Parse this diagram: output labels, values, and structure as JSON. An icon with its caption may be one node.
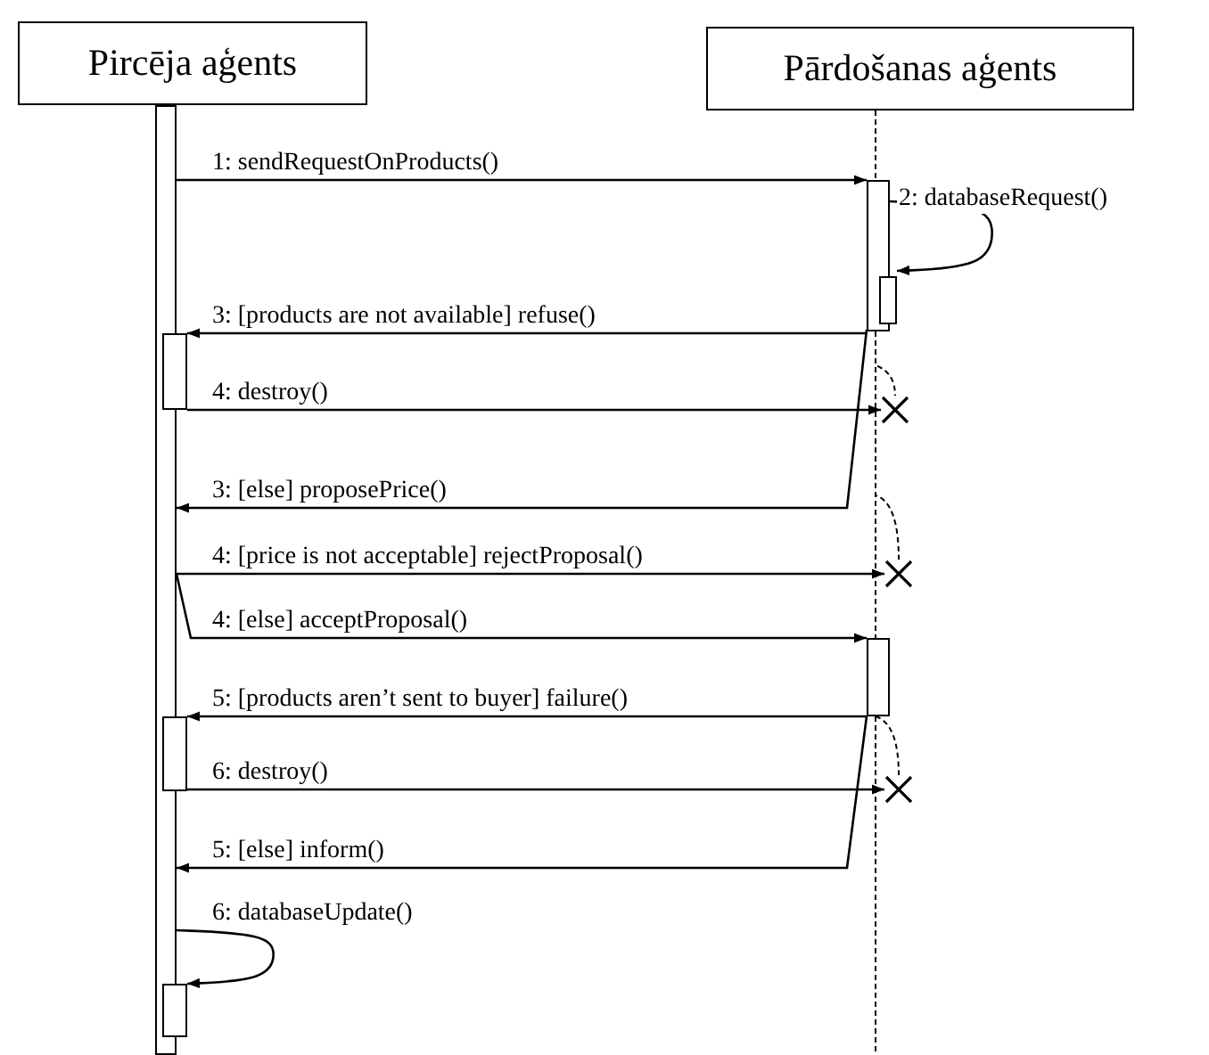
{
  "diagram": {
    "nodes": [
      {
        "text": [
          "Pircēja aģents"
        ]
      },
      {
        "text": [
          "Pārdošanas aģents"
        ]
      },
      {
        "text": [],
        "shape": "bar"
      },
      {
        "text": [],
        "shape": "bar"
      },
      {
        "text": [],
        "shape": "bar"
      },
      {
        "text": [],
        "shape": "bar"
      },
      {
        "text": [],
        "shape": "cross"
      },
      {
        "text": [],
        "shape": "cross"
      },
      {
        "text": [],
        "shape": "bar"
      },
      {
        "text": [],
        "shape": "bar"
      },
      {
        "text": [],
        "shape": "cross"
      },
      {
        "text": [],
        "shape": "bar"
      }
    ],
    "edges": [
      {
        "from": 2,
        "to": 3,
        "arrow": "to",
        "label": "1: sendRequestOnProducts()"
      },
      {
        "from": 3,
        "to": 4,
        "arrow": "to",
        "label": "2: databaseRequest()"
      },
      {
        "from": 3,
        "to": 5,
        "arrow": "to",
        "label": "3: [products are not available] refuse()"
      },
      {
        "from": 5,
        "to": 6,
        "arrow": "to",
        "label": "4: destroy()"
      },
      {
        "from": 3,
        "to": 2,
        "arrow": "to",
        "label": "3: [else] proposePrice()"
      },
      {
        "from": 2,
        "to": 7,
        "arrow": "to",
        "label": "4: [price is not acceptable] rejectProposal()"
      },
      {
        "from": 2,
        "to": 8,
        "arrow": "to",
        "label": "4: [else] acceptProposal()"
      },
      {
        "from": 8,
        "to": 9,
        "arrow": "to",
        "label": "5: [products aren’t sent to buyer] failure()"
      },
      {
        "from": 9,
        "to": 10,
        "arrow": "to",
        "label": "6: destroy()"
      },
      {
        "from": 8,
        "to": 2,
        "arrow": "to",
        "label": "5: [else] inform()"
      },
      {
        "from": 2,
        "to": 11,
        "arrow": "to",
        "label": "6: databaseUpdate()"
      },
      {
        "from": 1,
        "to": 3,
        "arrow": "none",
        "style": "dashed"
      },
      {
        "from": 3,
        "to": 6,
        "arrow": "none",
        "style": "dashed"
      },
      {
        "from": 3,
        "to": 7,
        "arrow": "none",
        "style": "dashed"
      },
      {
        "from": 3,
        "to": 8,
        "arrow": "none",
        "style": "dashed"
      },
      {
        "from": 8,
        "to": 10,
        "arrow": "none",
        "style": "dashed"
      },
      {
        "from": 8,
        "to": null,
        "arrow": "none",
        "style": "dashed"
      }
    ]
  }
}
